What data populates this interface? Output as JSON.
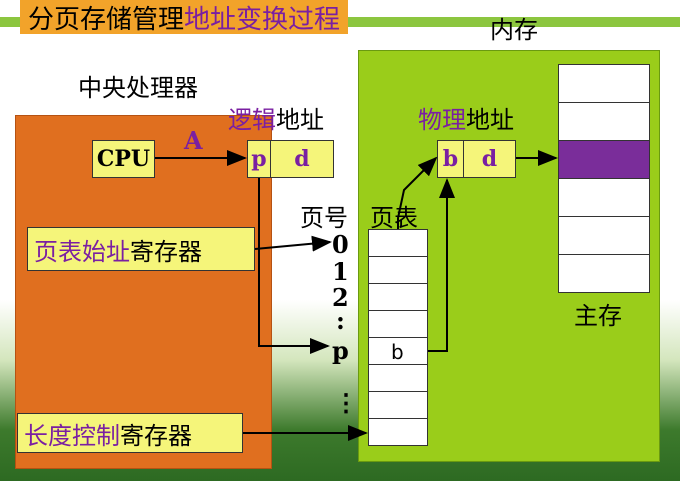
{
  "title": {
    "part1": "分页存储管理",
    "part2": "地址变换过程",
    "part1_color": "#000000",
    "part2_color": "#7a1fa2",
    "highlight_color": "#f2a32a"
  },
  "labels": {
    "cpu_area": "中央处理器",
    "memory": "内存",
    "logical_address_1": "逻辑",
    "logical_address_2": "地址",
    "physical_address_1": "物理",
    "physical_address_2": "地址",
    "page_number": "页号",
    "page_table": "页表",
    "main_memory": "主存",
    "arrow_a": "A"
  },
  "cpu": {
    "label": "CPU"
  },
  "logical": {
    "p": "p",
    "d": "d"
  },
  "physical": {
    "b": "b",
    "d": "d"
  },
  "registers": {
    "page_table_base_1": "页表始址",
    "page_table_base_2": "寄存器",
    "length_control_1": "长度控制",
    "length_control_2": "寄存器"
  },
  "page_numbers": [
    "0",
    "1",
    "2",
    ":",
    "p",
    "⋮"
  ],
  "page_table_entry": "b",
  "colors": {
    "orange": "#e06f1f",
    "green": "#9acd1a",
    "yellow": "#f5f57a",
    "highlight_block": "#7a2d9a"
  }
}
